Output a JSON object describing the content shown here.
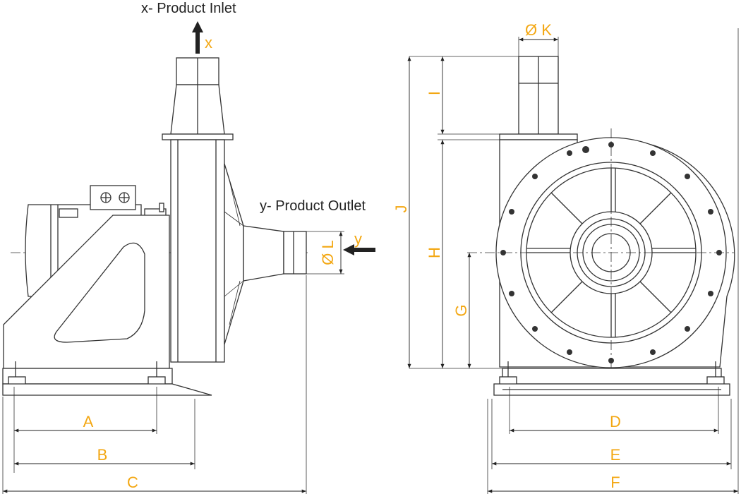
{
  "captions": {
    "inlet": "x- Product Inlet",
    "outlet": "y- Product Outlet"
  },
  "flow_markers": {
    "x": "x",
    "y": "y"
  },
  "dimensions": {
    "A": "A",
    "B": "B",
    "C": "C",
    "D": "D",
    "E": "E",
    "F": "F",
    "G": "G",
    "H": "H",
    "I": "I",
    "J": "J",
    "K": "Ø K",
    "L": "Ø L"
  },
  "colors": {
    "label": "#f3a712",
    "line": "#333333"
  }
}
